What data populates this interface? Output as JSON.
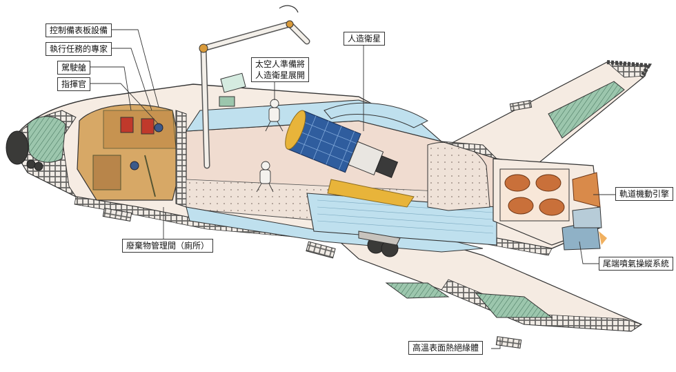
{
  "labels": {
    "control_panel": "控制備表板設備",
    "mission_specialist": "執行任務的專家",
    "cockpit": "駕駛艙",
    "commander": "指揮官",
    "astronaut_line1": "太空人準備將",
    "astronaut_line2": "人造衛星展開",
    "satellite": "人造衛星",
    "waste_management": "廢棄物管理間（廁所）",
    "orbital_engine": "軌道機動引擎",
    "tail_rcs": "尾端噴氣操縱系統",
    "thermal_protection": "高溫表面熱絕緣體"
  },
  "colors": {
    "hull": "#f4e7dd",
    "tile": "#5d5d5a",
    "green_panel": "#9cc6ad",
    "blue_bay": "#b9dcea",
    "engine": "#c9703a",
    "interior": "#d5a45e",
    "satellite": "#2f5d9e",
    "gold": "#e8b43a"
  }
}
